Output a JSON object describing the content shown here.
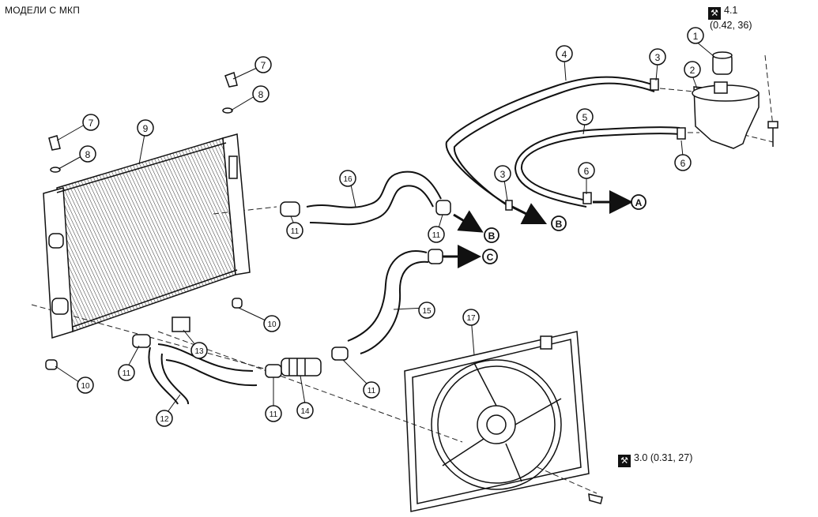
{
  "title": "МОДЕЛИ С МКП",
  "torque": [
    {
      "value": "4.1",
      "detail": "(0.42, 36)",
      "icon": "torque-wrench-icon"
    },
    {
      "value": "3.0 (0.31, 27)",
      "icon": "torque-wrench-icon"
    }
  ],
  "callouts": [
    "1",
    "2",
    "3",
    "3",
    "4",
    "5",
    "6",
    "6",
    "7",
    "7",
    "8",
    "8",
    "9",
    "10",
    "10",
    "11",
    "11",
    "11",
    "11",
    "11",
    "11",
    "12",
    "13",
    "14",
    "15",
    "16",
    "17"
  ],
  "connectors": [
    "A",
    "B",
    "B",
    "C"
  ]
}
